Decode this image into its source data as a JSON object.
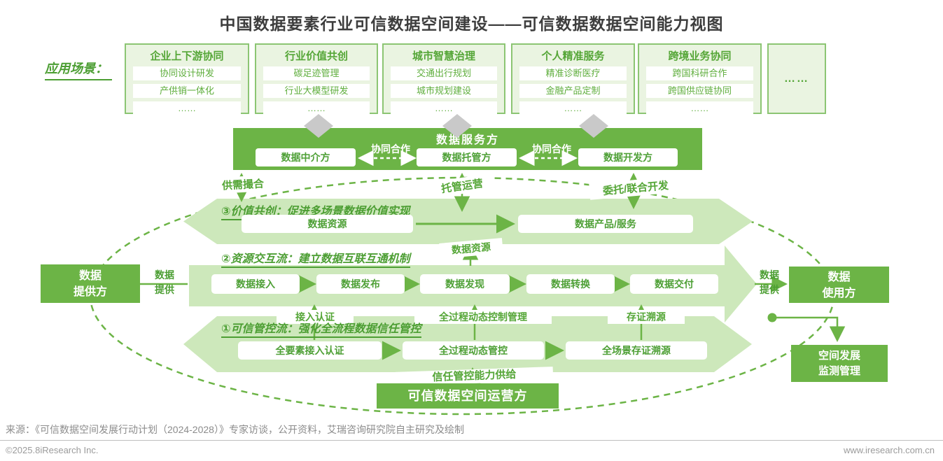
{
  "title": "中国数据要素行业可信数据空间建设——可信数据数据空间能力视图",
  "scenarios": {
    "label": "应用场景：",
    "boxes": [
      {
        "header": "企业上下游协同",
        "items": [
          "协同设计研发",
          "产供销一体化",
          "……"
        ]
      },
      {
        "header": "行业价值共创",
        "items": [
          "碳足迹管理",
          "行业大模型研发",
          "……"
        ]
      },
      {
        "header": "城市智慧治理",
        "items": [
          "交通出行规划",
          "城市规划建设",
          "……"
        ]
      },
      {
        "header": "个人精准服务",
        "items": [
          "精准诊断医疗",
          "金融产品定制",
          "……"
        ]
      },
      {
        "header": "跨境业务协同",
        "items": [
          "跨国科研合作",
          "跨国供应链协同",
          "……"
        ]
      }
    ],
    "more": "……"
  },
  "service_bar": {
    "title": "数据服务方",
    "mediator": "数据中介方",
    "custodian": "数据托管方",
    "developer": "数据开发方",
    "collab_label": "协同合作"
  },
  "link_labels": {
    "supply_match": "供需撮合",
    "hosting_ops": "托管运营",
    "entrust_dev": "委托/联合开发",
    "data_resource": "数据资源",
    "access_auth": "接入认证",
    "process_control": "全过程动态控制管理",
    "evidence_trace": "存证溯源",
    "trust_supply": "信任管控能力供给",
    "provide": [
      "数据",
      "提供"
    ]
  },
  "bands": {
    "value": {
      "title": "③价值共创：促进多场景数据价值实现",
      "box1": "数据资源",
      "box2": "数据产品/服务"
    },
    "resource": {
      "title": "②资源交互流：建立数据互联互通机制",
      "boxes": [
        "数据接入",
        "数据发布",
        "数据发现",
        "数据转换",
        "数据交付"
      ]
    },
    "trust": {
      "title": "①可信管控流：强化全流程数据信任管控",
      "boxes": [
        "全要素接入认证",
        "全过程动态管控",
        "全场景存证溯源"
      ]
    }
  },
  "actors": {
    "provider": [
      "数据",
      "提供方"
    ],
    "consumer": [
      "数据",
      "使用方"
    ],
    "monitor": [
      "空间发展",
      "监测管理"
    ],
    "operator": "可信数据空间运营方"
  },
  "colors": {
    "primary_green": "#6cb446",
    "light_green": "#cde8bb",
    "diamond_gray": "#c9c9c9"
  },
  "footer": {
    "source": "来源：《可信数据空间发展行动计划（2024-2028）》专家访谈，公开资料，艾瑞咨询研究院自主研究及绘制",
    "copyright": "©2025.8iResearch Inc.",
    "website": "www.iresearch.com.cn"
  }
}
